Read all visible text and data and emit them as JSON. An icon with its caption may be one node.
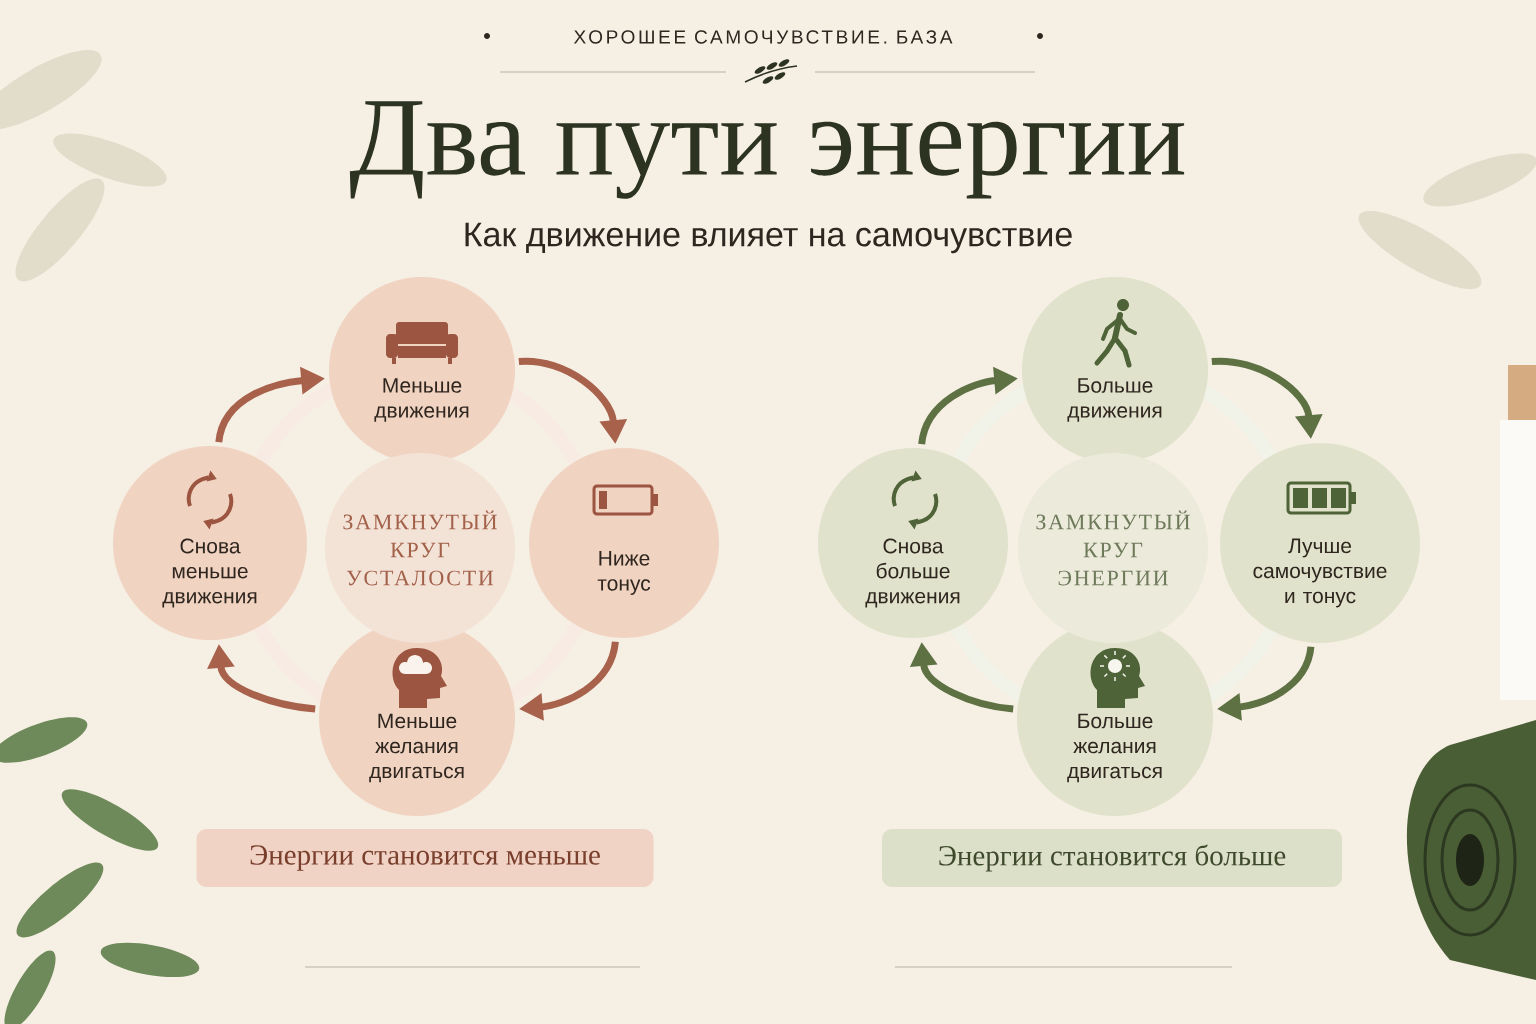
{
  "diagram": {
    "title": "Два пути энергии",
    "nodes": [
      {
        "text": [
          "Меньше движения"
        ]
      },
      {
        "text": [
          "Ниже тонус"
        ]
      },
      {
        "text": [
          "Меньше желания двигаться"
        ]
      },
      {
        "text": [
          "Снова меньше движения"
        ]
      },
      {
        "text": [
          "ЗАМКНУТЫЙ КРУГ УСТАЛОСТИ"
        ]
      },
      {
        "text": [
          "Энергии становится меньше"
        ]
      },
      {
        "text": [
          "Больше движения"
        ]
      },
      {
        "text": [
          "Лучше самочувствие и тонус"
        ]
      },
      {
        "text": [
          "Больше желания двигаться"
        ]
      },
      {
        "text": [
          "Снова больше движения"
        ]
      },
      {
        "text": [
          "ЗАМКНУТЫЙ КРУГ ЭНЕРГИИ"
        ]
      },
      {
        "text": [
          "Энергии становится больше"
        ]
      }
    ],
    "edges": [
      {
        "from": 0,
        "to": 1,
        "arrow": "to",
        "color": "#a8624c"
      },
      {
        "from": 1,
        "to": 2,
        "arrow": "to",
        "color": "#a8624c"
      },
      {
        "from": 2,
        "to": 3,
        "arrow": "to",
        "color": "#a8624c"
      },
      {
        "from": 3,
        "to": 0,
        "arrow": "to",
        "color": "#a8624c"
      },
      {
        "from": 6,
        "to": 7,
        "arrow": "to",
        "color": "#5d7143"
      },
      {
        "from": 7,
        "to": 8,
        "arrow": "to",
        "color": "#5d7143"
      },
      {
        "from": 8,
        "to": 9,
        "arrow": "to",
        "color": "#5d7143"
      },
      {
        "from": 9,
        "to": 6,
        "arrow": "to",
        "color": "#5d7143"
      }
    ],
    "labels": [
      "ХОРОШЕЕ САМОЧУВСТВИЕ. БАЗА",
      "Как движение влияет на самочувствие"
    ]
  }
}
